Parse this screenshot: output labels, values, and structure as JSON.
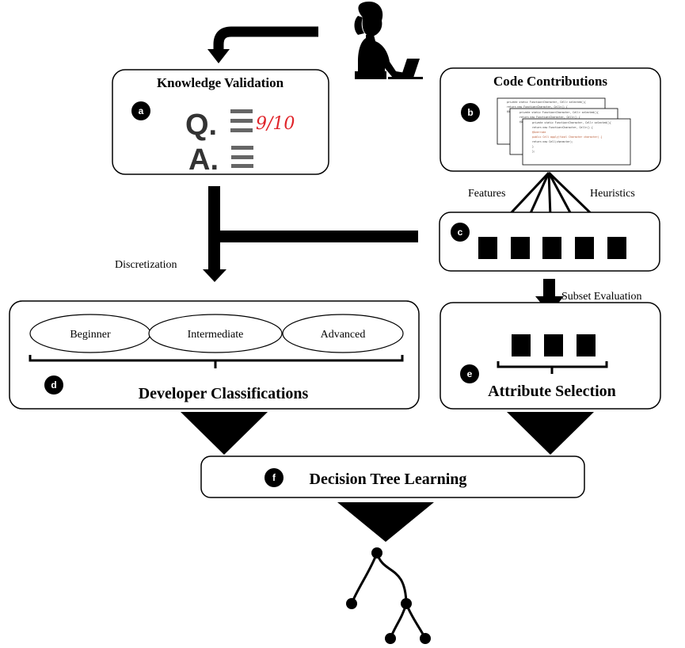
{
  "boxes": {
    "knowledge_validation": {
      "title": "Knowledge Validation",
      "badge": "a",
      "q_letter": "Q.",
      "a_letter": "A.",
      "score": "9/10"
    },
    "code_contributions": {
      "title": "Code Contributions",
      "badge": "b",
      "code_lines": [
        "private static Function<Character, Cell> selected(){",
        "    return new Function<Character, Cell>() {",
        "    @Override",
        "    public Cell apply(final Character character) {",
        "        return new Cell(character);",
        "    }",
        "};"
      ]
    },
    "feature_extraction": {
      "badge": "c"
    },
    "developer_classifications": {
      "title": "Developer Classifications",
      "badge": "d",
      "levels": [
        "Beginner",
        "Intermediate",
        "Advanced"
      ]
    },
    "attribute_selection": {
      "title": "Attribute Selection",
      "badge": "e"
    },
    "decision_tree_learning": {
      "title": "Decision Tree Learning",
      "badge": "f"
    }
  },
  "edge_labels": {
    "features": "Features",
    "heuristics": "Heuristics",
    "discretization": "Discretization",
    "subset_evaluation": "Subset Evaluation"
  },
  "icons": [
    "developer-at-laptop-icon",
    "decision-tree-icon",
    "code-snippet-icon"
  ],
  "colors": {
    "score_red": "#e0242a",
    "accent": "#000000"
  }
}
